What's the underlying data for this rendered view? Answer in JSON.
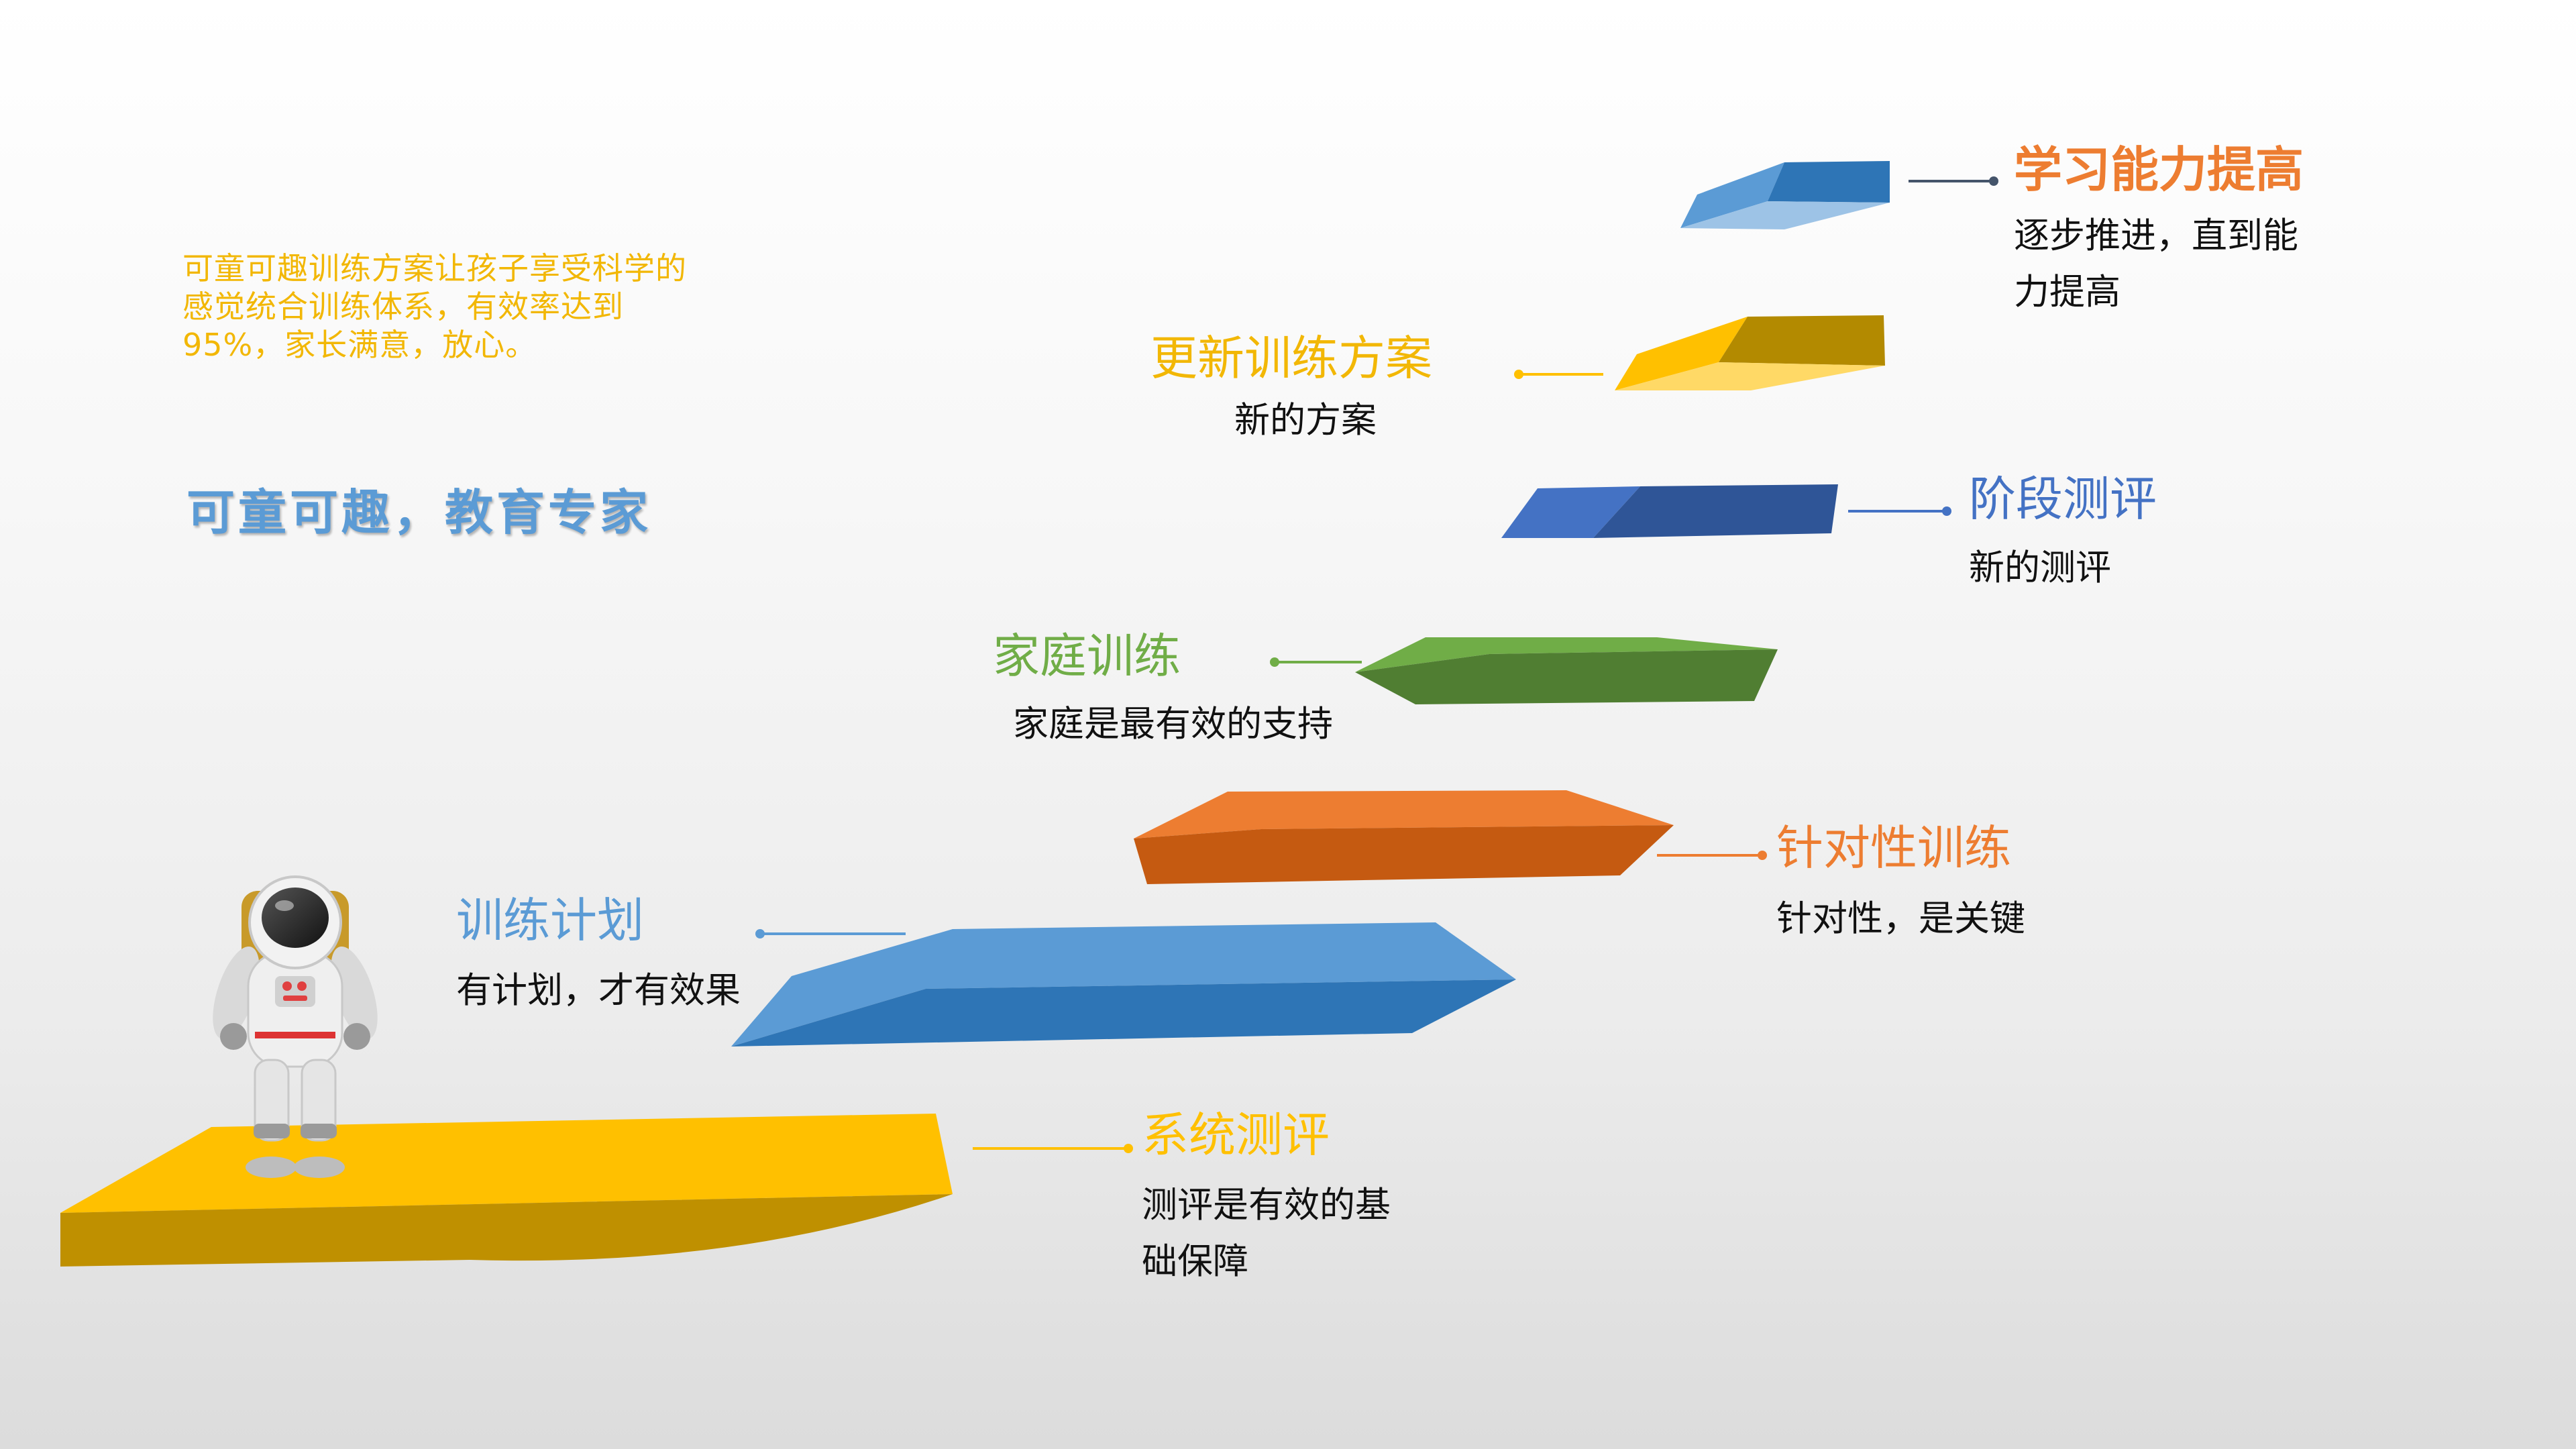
{
  "intro": {
    "text": "可童可趣训练方案让孩子享受科学的感觉统合训练体系，有效率达到95%，家长满意，放心。",
    "color": "#F2B705"
  },
  "slogan": {
    "text": "可童可趣，教育专家",
    "color": "#5B9BD5"
  },
  "colors": {
    "yellow": "#FFC000",
    "yellow_dark": "#BF9000",
    "blue": "#5B9BD5",
    "blue_dark": "#2E75B6",
    "green": "#70AD47",
    "green_dark": "#507E32",
    "orange": "#ED7D31",
    "orange_dark": "#C55A11",
    "navy_light": "#4472C4",
    "navy_dark": "#2F5597",
    "text_dark": "#111111",
    "connector_top": "#44546A"
  },
  "steps": [
    {
      "id": "xitong",
      "title": "系统测评",
      "desc": "测评是有效的基础保障",
      "color": "#FFC000",
      "icon": "step-platform"
    },
    {
      "id": "jihua",
      "title": "训练计划",
      "desc": "有计划，才有效果",
      "color": "#5B9BD5",
      "icon": "step-platform"
    },
    {
      "id": "zhendui",
      "title": "针对性训练",
      "desc": "针对性，是关键",
      "color": "#ED7D31",
      "icon": "step-platform"
    },
    {
      "id": "jiating",
      "title": "家庭训练",
      "desc": "家庭是最有效的支持",
      "color": "#70AD47",
      "icon": "step-platform"
    },
    {
      "id": "jieduan",
      "title": "阶段测评",
      "desc": "新的测评",
      "color": "#4472C4",
      "icon": "step-platform"
    },
    {
      "id": "gengxin",
      "title": "更新训练方案",
      "desc": "新的方案",
      "color": "#F2B705",
      "icon": "step-platform"
    },
    {
      "id": "tigao",
      "title": "学习能力提高",
      "desc": "逐步推进，直到能力提高",
      "color": "#ED7D31",
      "icon": "step-platform"
    }
  ],
  "figure": {
    "icon": "astronaut-icon"
  }
}
